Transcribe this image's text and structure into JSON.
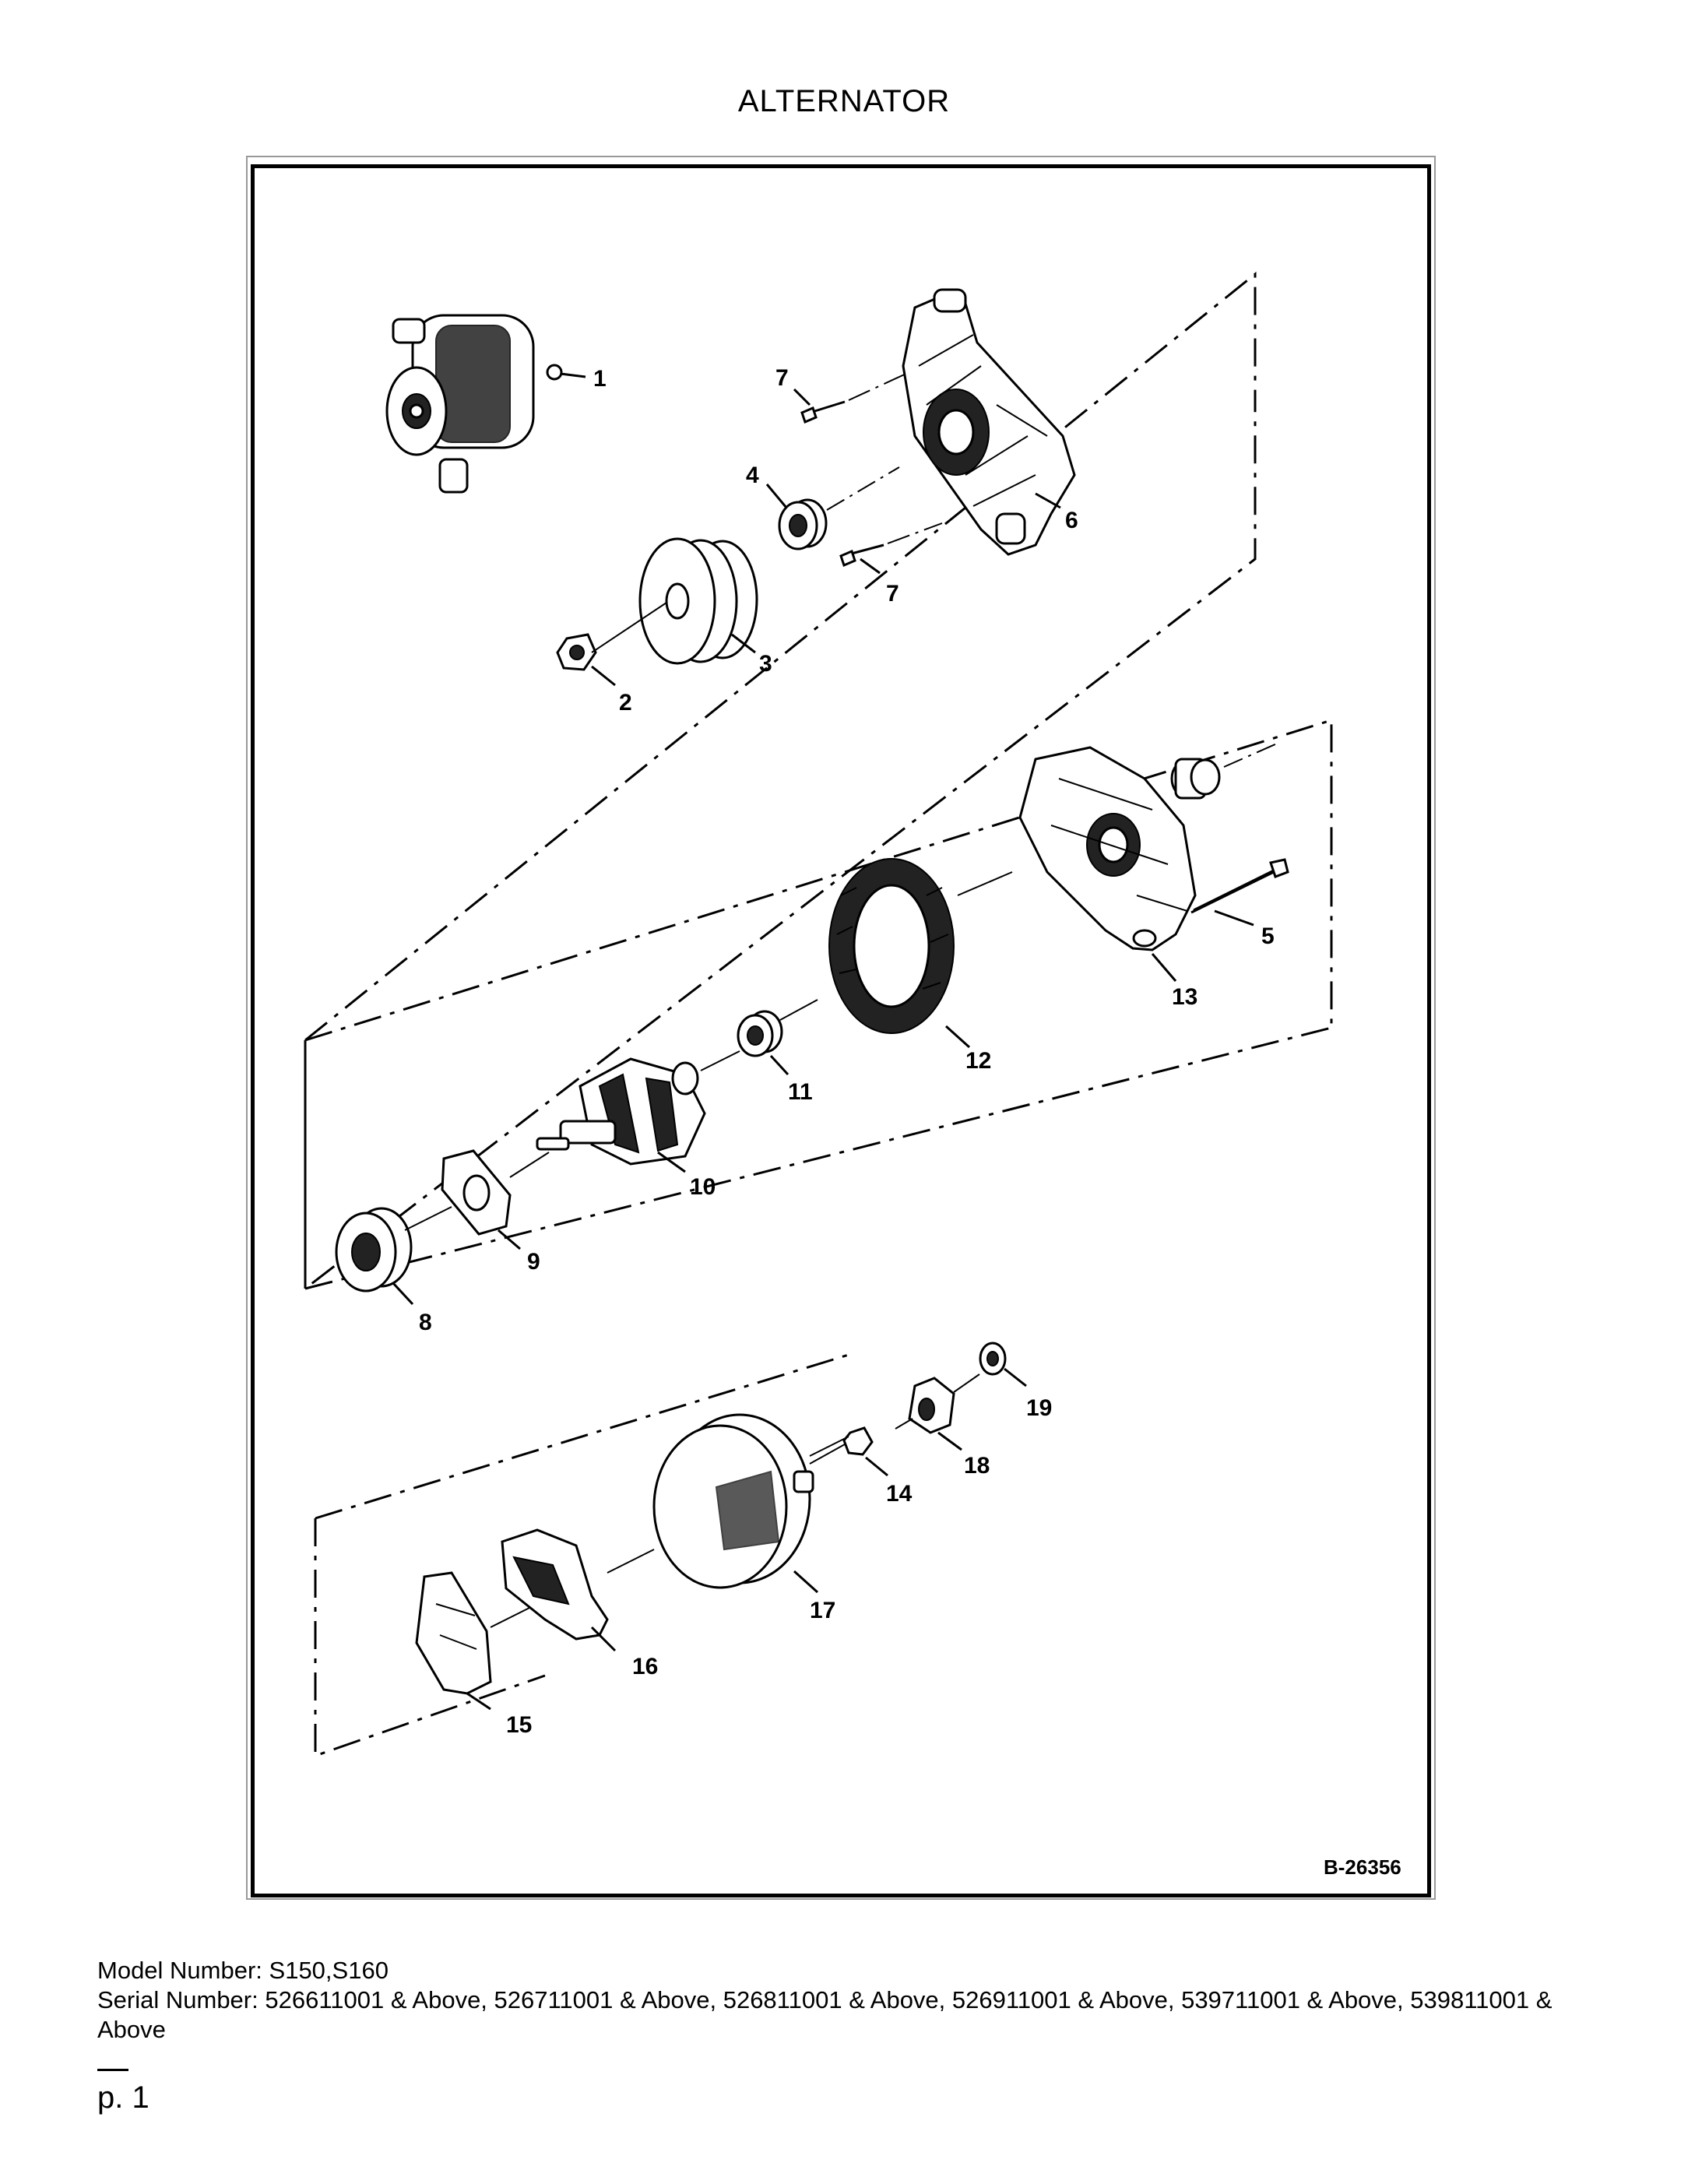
{
  "page": {
    "title": "ALTERNATOR",
    "figure_code": "B-26356",
    "model_line": "Model Number: S150,S160",
    "serial_line": "Serial Number: 526611001 & Above, 526711001 & Above, 526811001 & Above, 526911001 & Above, 539711001 & Above, 539811001 & Above",
    "page_number": "p. 1"
  },
  "callouts": {
    "c1": "1",
    "c2": "2",
    "c3": "3",
    "c4": "4",
    "c5": "5",
    "c6": "6",
    "c7a": "7",
    "c7b": "7",
    "c8": "8",
    "c9": "9",
    "c10": "10",
    "c11": "11",
    "c12": "12",
    "c13": "13",
    "c14": "14",
    "c15": "15",
    "c16": "16",
    "c17": "17",
    "c18": "18",
    "c19": "19"
  }
}
